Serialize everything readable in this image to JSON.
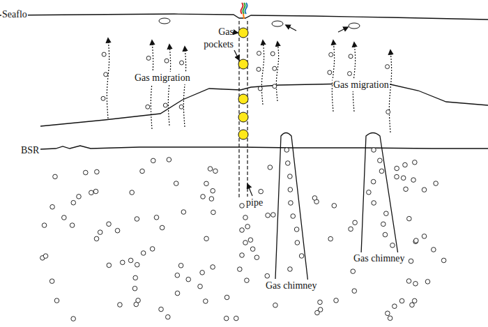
{
  "diagram": {
    "labels": [
      "Seaflo",
      "Gas pockets",
      "Gas migration",
      "Gas migration",
      "BSR",
      "pipe",
      "Gas chimney",
      "Gas chimney"
    ]
  }
}
